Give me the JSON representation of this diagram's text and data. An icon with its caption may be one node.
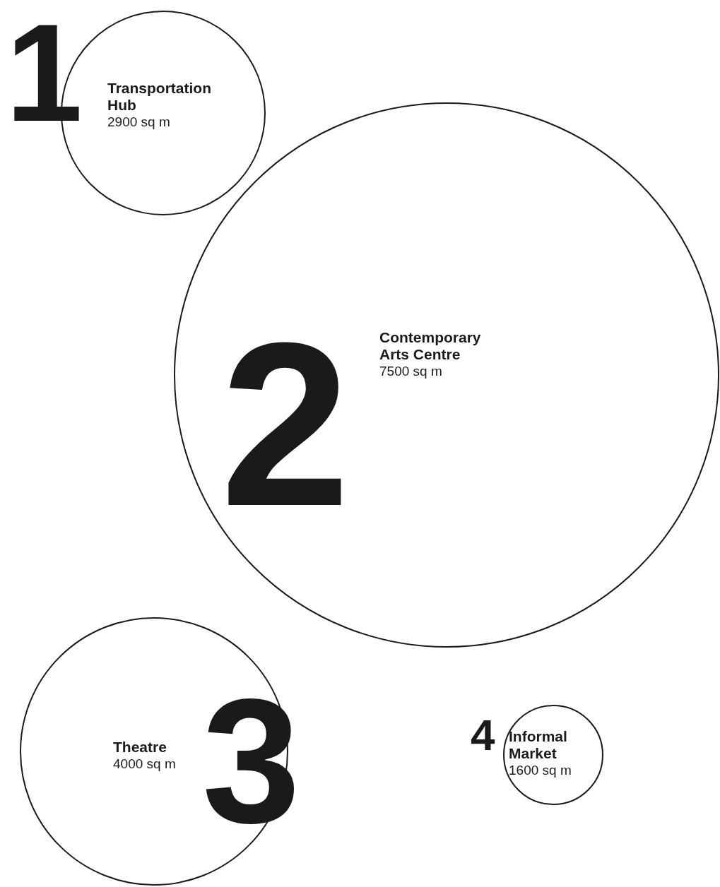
{
  "diagram": {
    "nodes": [
      {
        "text": [
          "Transportation Hub",
          "2900 sq m"
        ],
        "beside": [
          "1"
        ]
      },
      {
        "text": [
          "2",
          "Contemporary Arts Centre",
          "7500 sq m"
        ]
      },
      {
        "text": [
          "Theatre",
          "4000 sq m",
          "3"
        ]
      },
      {
        "text": [
          "Informal Market",
          "1600 sq m"
        ],
        "beside": [
          "4"
        ]
      }
    ],
    "edges": []
  }
}
